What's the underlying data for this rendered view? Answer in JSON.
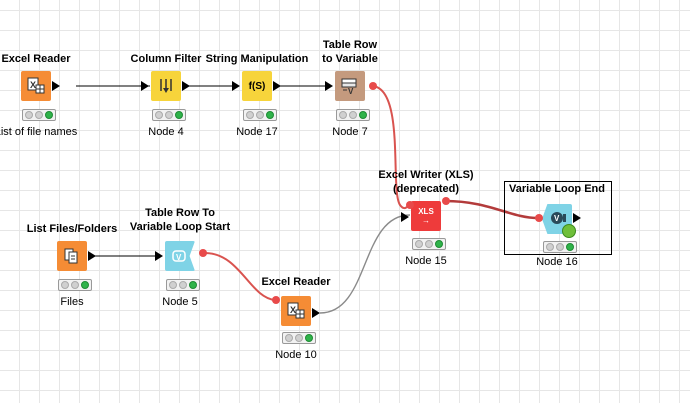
{
  "colors": {
    "excel_reader": "#f58c35",
    "column_filter": "#f7d43b",
    "string_manipulation": "#f7d43b",
    "table_row_to_variable": "#c49a7e",
    "list_files": "#f58c35",
    "loop_start": "#7fd3e6",
    "excel_writer": "#ee3b3b",
    "loop_end": "#7fd3e6",
    "data_connection": "#8a8a8a",
    "variable_connection": "#d9534f"
  },
  "nodes": {
    "excel_reader_1": {
      "title": "Excel Reader",
      "label": "List of file names",
      "icon": "excel-reader-icon"
    },
    "column_filter": {
      "title": "Column Filter",
      "label": "Node 4",
      "icon": "column-filter-icon"
    },
    "string_manipulation": {
      "title": "String Manipulation",
      "label": "Node 17",
      "icon": "string-manipulation-icon",
      "glyph": "f(S)"
    },
    "table_row_to_variable": {
      "title_line1": "Table Row",
      "title_line2": "to Variable",
      "label": "Node 7",
      "icon": "table-row-to-variable-icon"
    },
    "list_files": {
      "title": "List Files/Folders",
      "label": "Files",
      "icon": "list-files-icon"
    },
    "loop_start": {
      "title_line1": "Table Row To",
      "title_line2": "Variable Loop Start",
      "label": "Node 5",
      "icon": "loop-start-icon"
    },
    "excel_reader_2": {
      "title": "Excel Reader",
      "label": "Node 10",
      "icon": "excel-reader-icon"
    },
    "excel_writer": {
      "title_line1": "Excel Writer (XLS)",
      "title_line2": "(deprecated)",
      "label": "Node 15",
      "icon": "excel-writer-icon",
      "glyph": "XLS"
    },
    "loop_end": {
      "title": "Variable Loop End",
      "label": "Node 16",
      "icon": "loop-end-icon",
      "glyph": "V"
    }
  }
}
